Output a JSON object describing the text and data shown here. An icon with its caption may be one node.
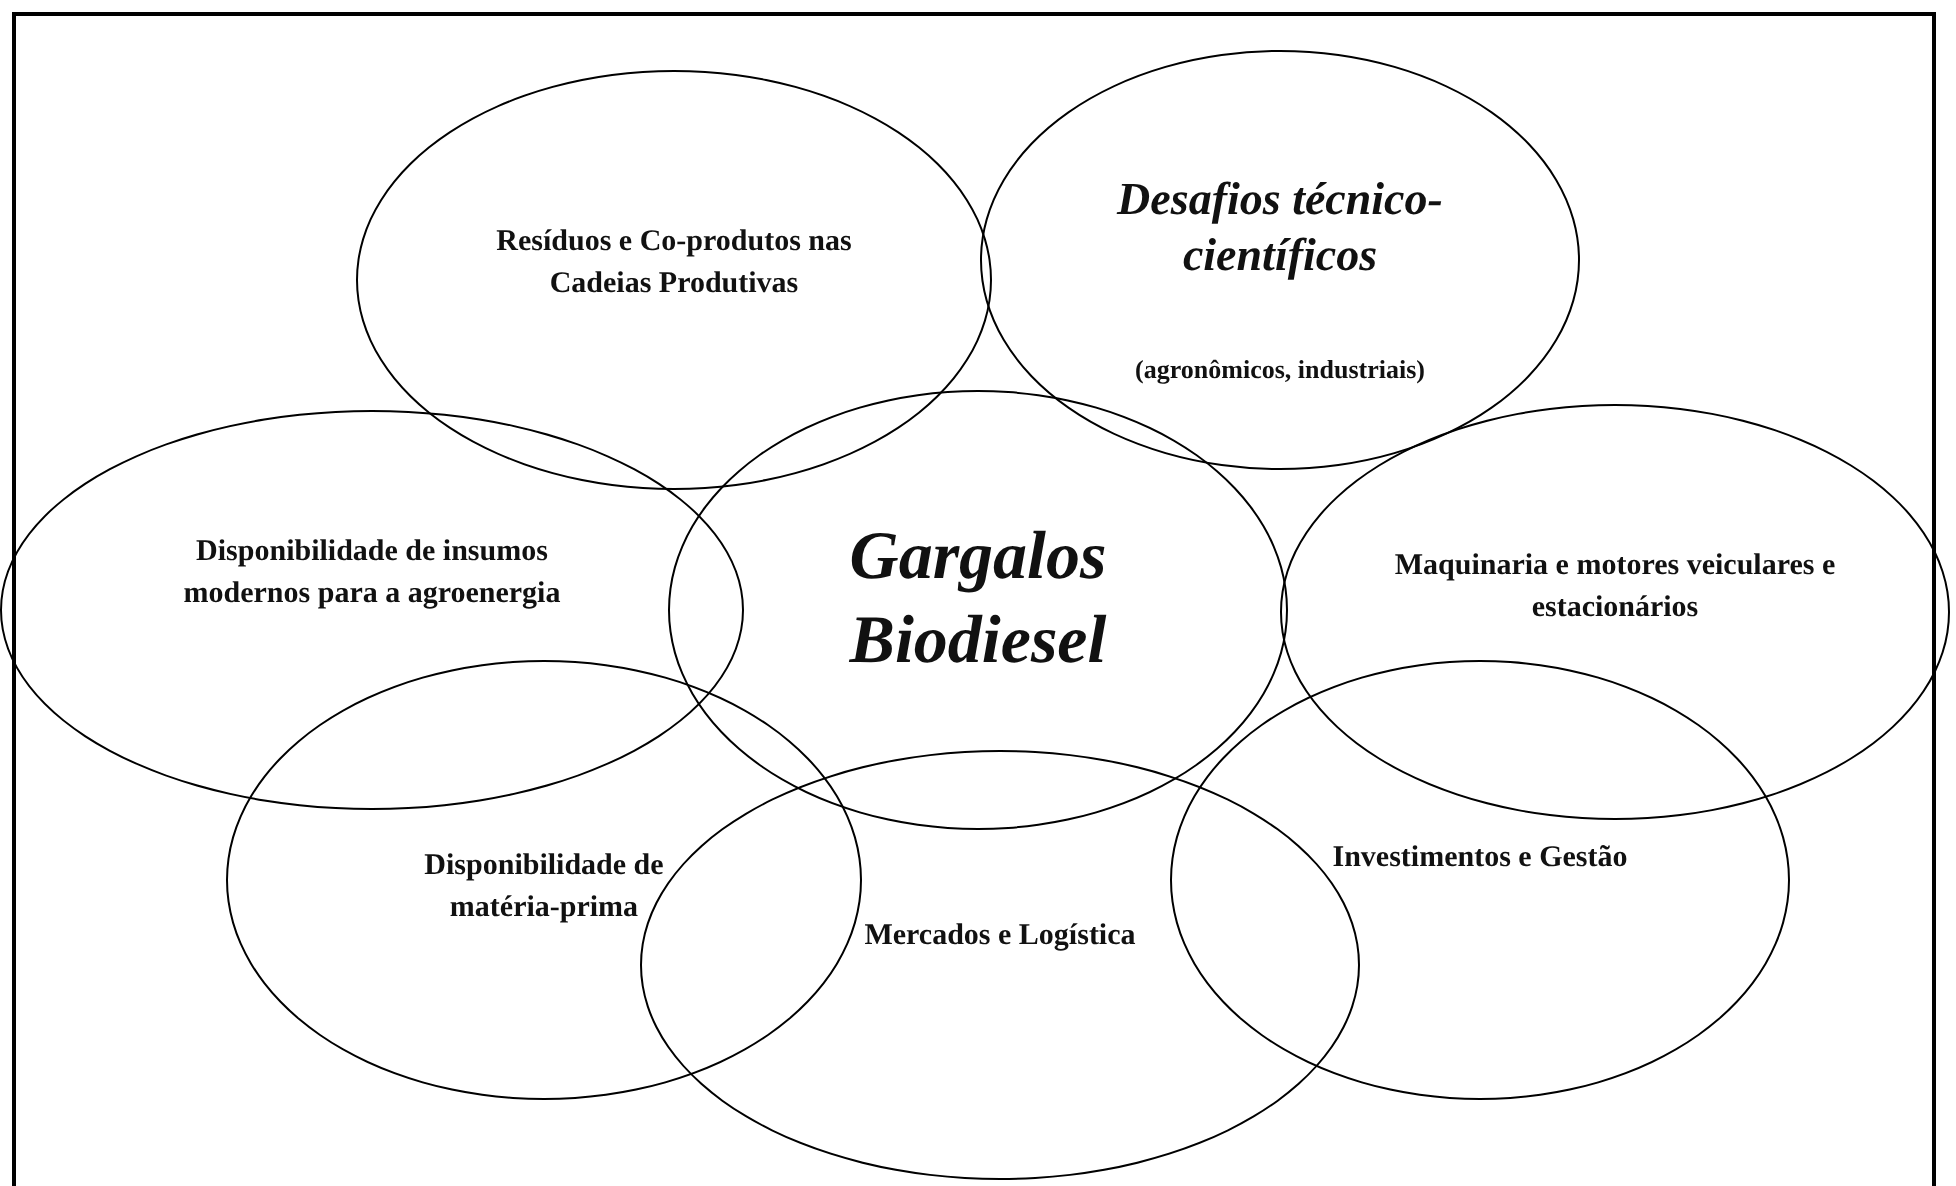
{
  "diagram": {
    "nodes": [
      {
        "text": [
          "Resíduos e Co-produtos nas Cadeias Produtivas"
        ]
      },
      {
        "text": [
          "Desafios técnico-científicos",
          "(agronômicos, industriais)"
        ]
      },
      {
        "text": [
          "Disponibilidade de insumos modernos para a agroenergia"
        ]
      },
      {
        "text": [
          "Gargalos Biodiesel"
        ]
      },
      {
        "text": [
          "Maquinaria e motores veiculares e estacionários"
        ]
      },
      {
        "text": [
          "Disponibilidade de matéria-prima"
        ]
      },
      {
        "text": [
          "Investimentos e Gestão"
        ]
      },
      {
        "text": [
          "Mercados e Logística"
        ]
      }
    ]
  }
}
